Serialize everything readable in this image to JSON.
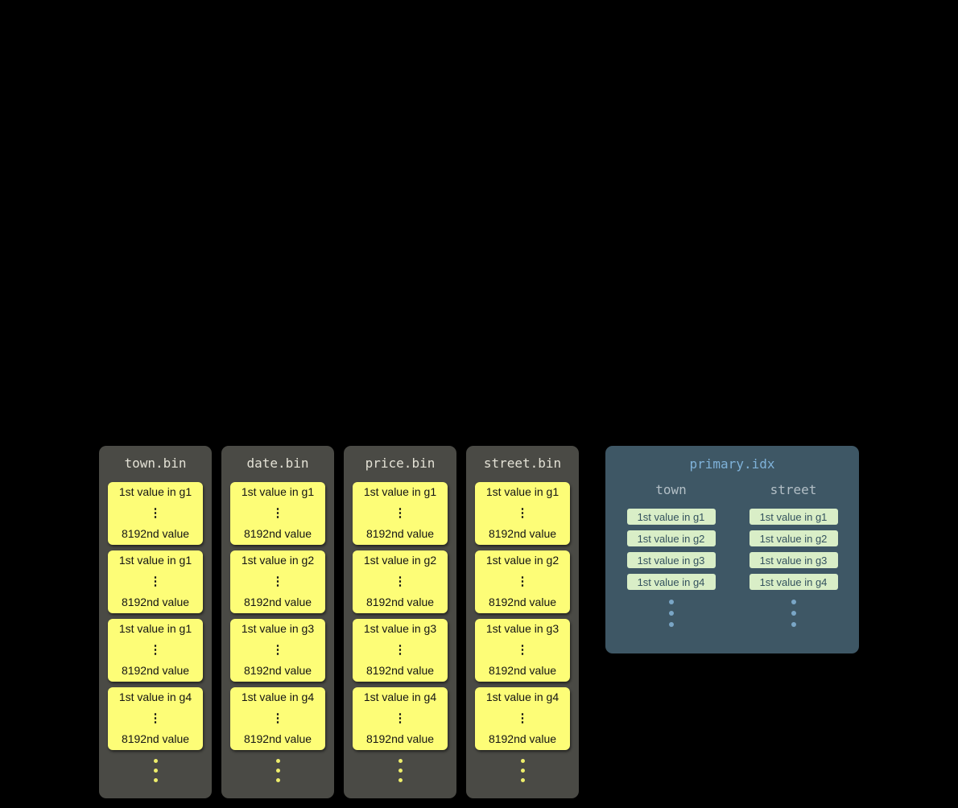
{
  "icons": {
    "vertical_ellipsis": "⋮"
  },
  "colors": {
    "background": "#000000",
    "bin_card_bg": "#4a4a45",
    "bin_title_text": "#e3e1d5",
    "granule_block_bg": "#fdfd77",
    "granule_block_text": "#141414",
    "bin_ellipsis_dot": "#eded6b",
    "index_card_bg": "#3e5765",
    "index_title_text": "#7fb2d9",
    "index_column_header_text": "#b3bfc6",
    "index_entry_bg": "#d9eec7",
    "index_entry_text": "#33515e",
    "index_ellipsis_dot": "#7aa6c6"
  },
  "bin_files": [
    {
      "title": "town.bin",
      "blocks": [
        {
          "first": "1st value in g1",
          "last": "8192nd value"
        },
        {
          "first": "1st value in g1",
          "last": "8192nd value"
        },
        {
          "first": "1st value in g1",
          "last": "8192nd value"
        },
        {
          "first": "1st value in g4",
          "last": "8192nd value"
        }
      ]
    },
    {
      "title": "date.bin",
      "blocks": [
        {
          "first": "1st value in g1",
          "last": "8192nd value"
        },
        {
          "first": "1st value in g2",
          "last": "8192nd value"
        },
        {
          "first": "1st value in g3",
          "last": "8192nd value"
        },
        {
          "first": "1st value in g4",
          "last": "8192nd value"
        }
      ]
    },
    {
      "title": "price.bin",
      "blocks": [
        {
          "first": "1st value in g1",
          "last": "8192nd value"
        },
        {
          "first": "1st value in g2",
          "last": "8192nd value"
        },
        {
          "first": "1st value in g3",
          "last": "8192nd value"
        },
        {
          "first": "1st value in g4",
          "last": "8192nd value"
        }
      ]
    },
    {
      "title": "street.bin",
      "blocks": [
        {
          "first": "1st value in g1",
          "last": "8192nd value"
        },
        {
          "first": "1st value in g2",
          "last": "8192nd value"
        },
        {
          "first": "1st value in g3",
          "last": "8192nd value"
        },
        {
          "first": "1st value in g4",
          "last": "8192nd value"
        }
      ]
    }
  ],
  "primary_index": {
    "title": "primary.idx",
    "columns": [
      {
        "name": "town",
        "entries": [
          "1st value in g1",
          "1st value in g2",
          "1st value in g3",
          "1st value in g4"
        ]
      },
      {
        "name": "street",
        "entries": [
          "1st value in g1",
          "1st value in g2",
          "1st value in g3",
          "1st value in g4"
        ]
      }
    ]
  }
}
